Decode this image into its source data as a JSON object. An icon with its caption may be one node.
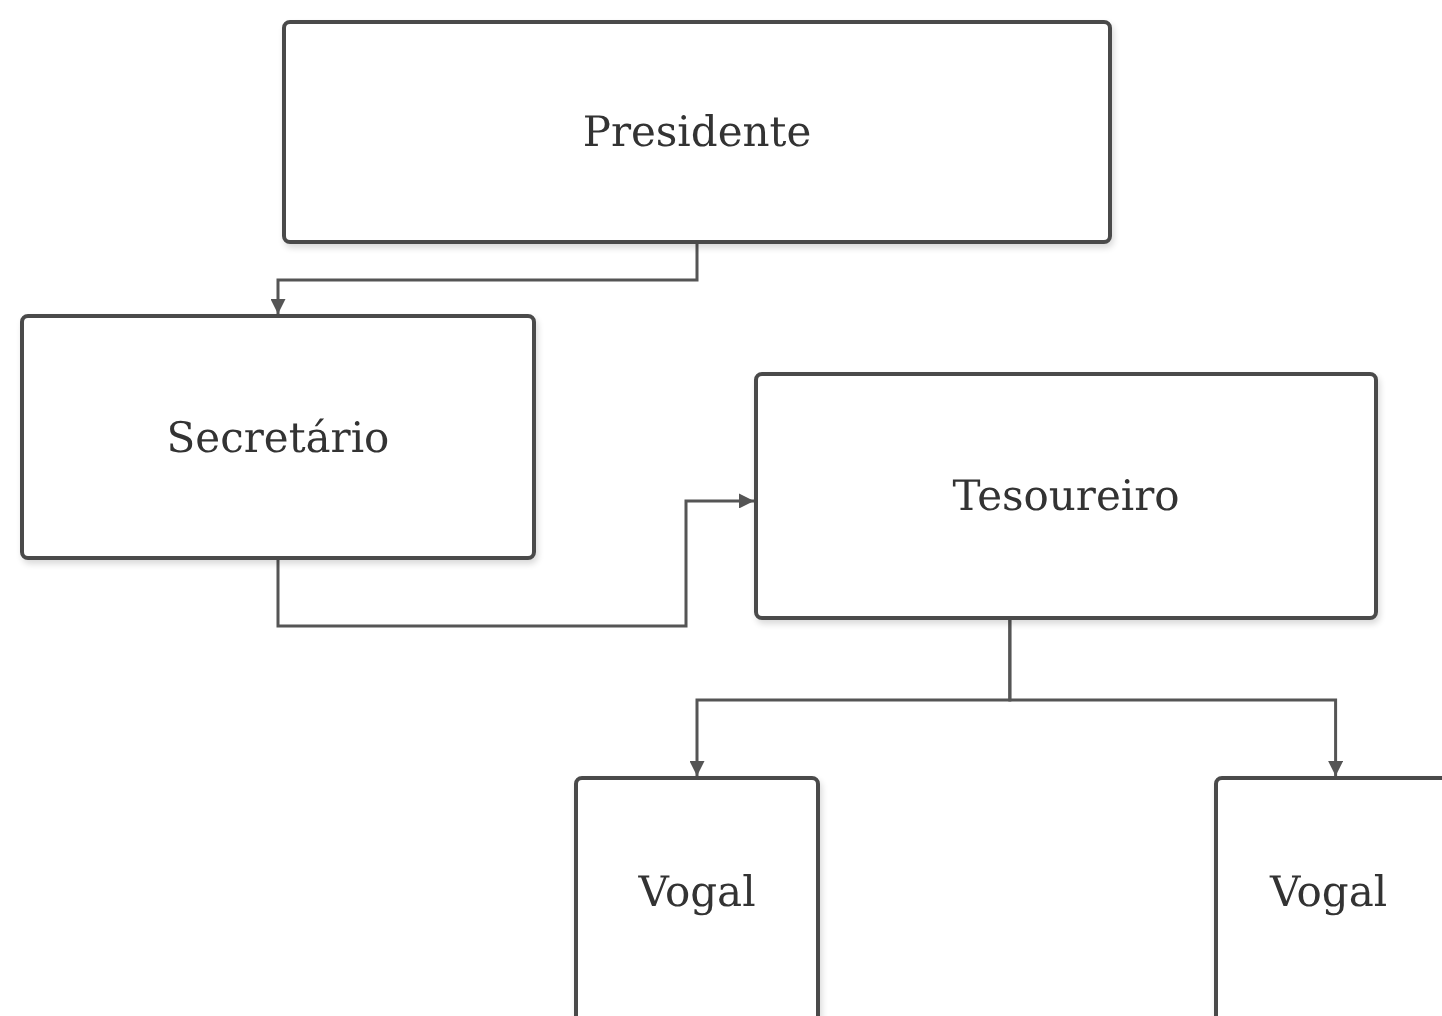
{
  "diagram": {
    "nodes": [
      {
        "text": [
          "Presidente"
        ]
      },
      {
        "text": [
          "Secretário"
        ]
      },
      {
        "text": [
          "Tesoureiro"
        ]
      },
      {
        "text": [
          "Vogal"
        ]
      },
      {
        "text": [
          "Vogal"
        ]
      }
    ],
    "edges": [
      {
        "from": 0,
        "to": 1,
        "arrow": "to"
      },
      {
        "from": 1,
        "to": 2,
        "arrow": "to"
      },
      {
        "from": 2,
        "to": 3,
        "arrow": "to"
      },
      {
        "from": 2,
        "to": 4,
        "arrow": "to"
      }
    ]
  }
}
